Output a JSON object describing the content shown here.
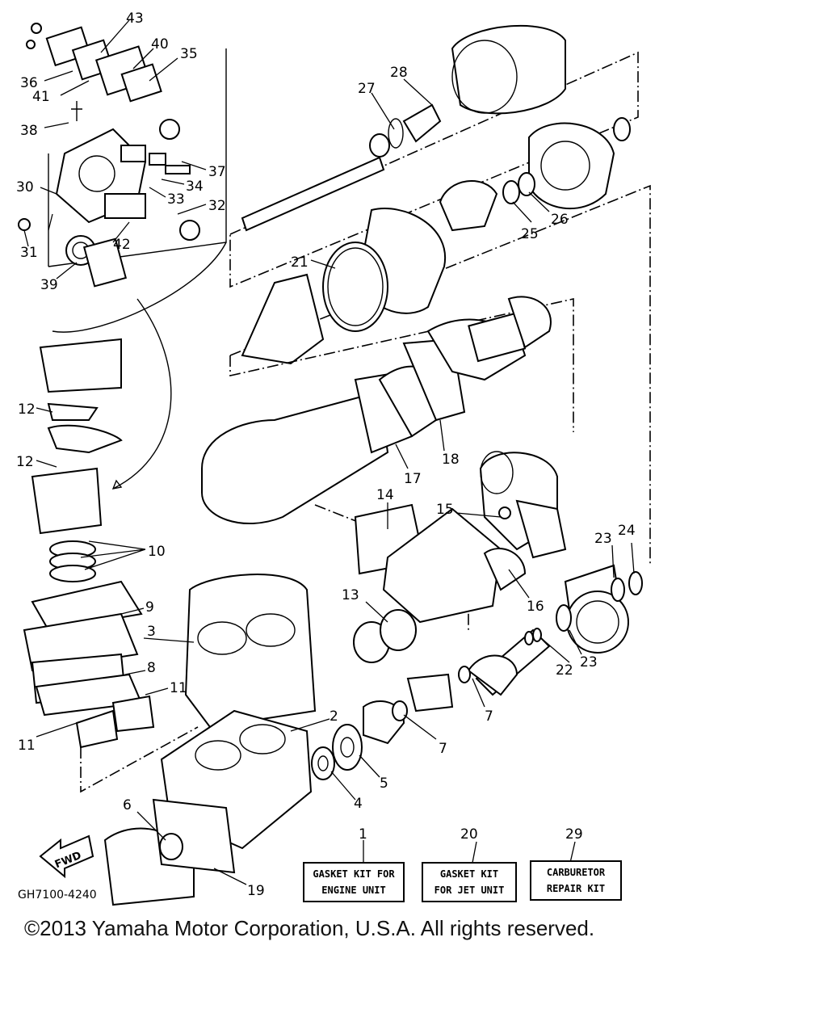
{
  "diagram": {
    "drawing_code": "GH7100-4240",
    "callouts": [
      "43",
      "40",
      "35",
      "36",
      "41",
      "38",
      "37",
      "30",
      "34",
      "33",
      "32",
      "31",
      "42",
      "39",
      "27",
      "28",
      "21",
      "25",
      "26",
      "12",
      "12",
      "10",
      "9",
      "3",
      "8",
      "11",
      "11",
      "2",
      "4",
      "5",
      "6",
      "19",
      "14",
      "15",
      "13",
      "16",
      "17",
      "18",
      "23",
      "24",
      "22",
      "23",
      "7",
      "7"
    ],
    "kits": [
      {
        "number": "1",
        "line1": "GASKET KIT FOR",
        "line2": "ENGINE UNIT"
      },
      {
        "number": "20",
        "line1": "GASKET KIT",
        "line2": "FOR JET UNIT"
      },
      {
        "number": "29",
        "line1": "CARBURETOR",
        "line2": "REPAIR KIT"
      }
    ],
    "fwd_label": "FWD"
  },
  "footer": {
    "copyright": "©2013 Yamaha Motor Corporation, U.S.A. All rights reserved."
  }
}
